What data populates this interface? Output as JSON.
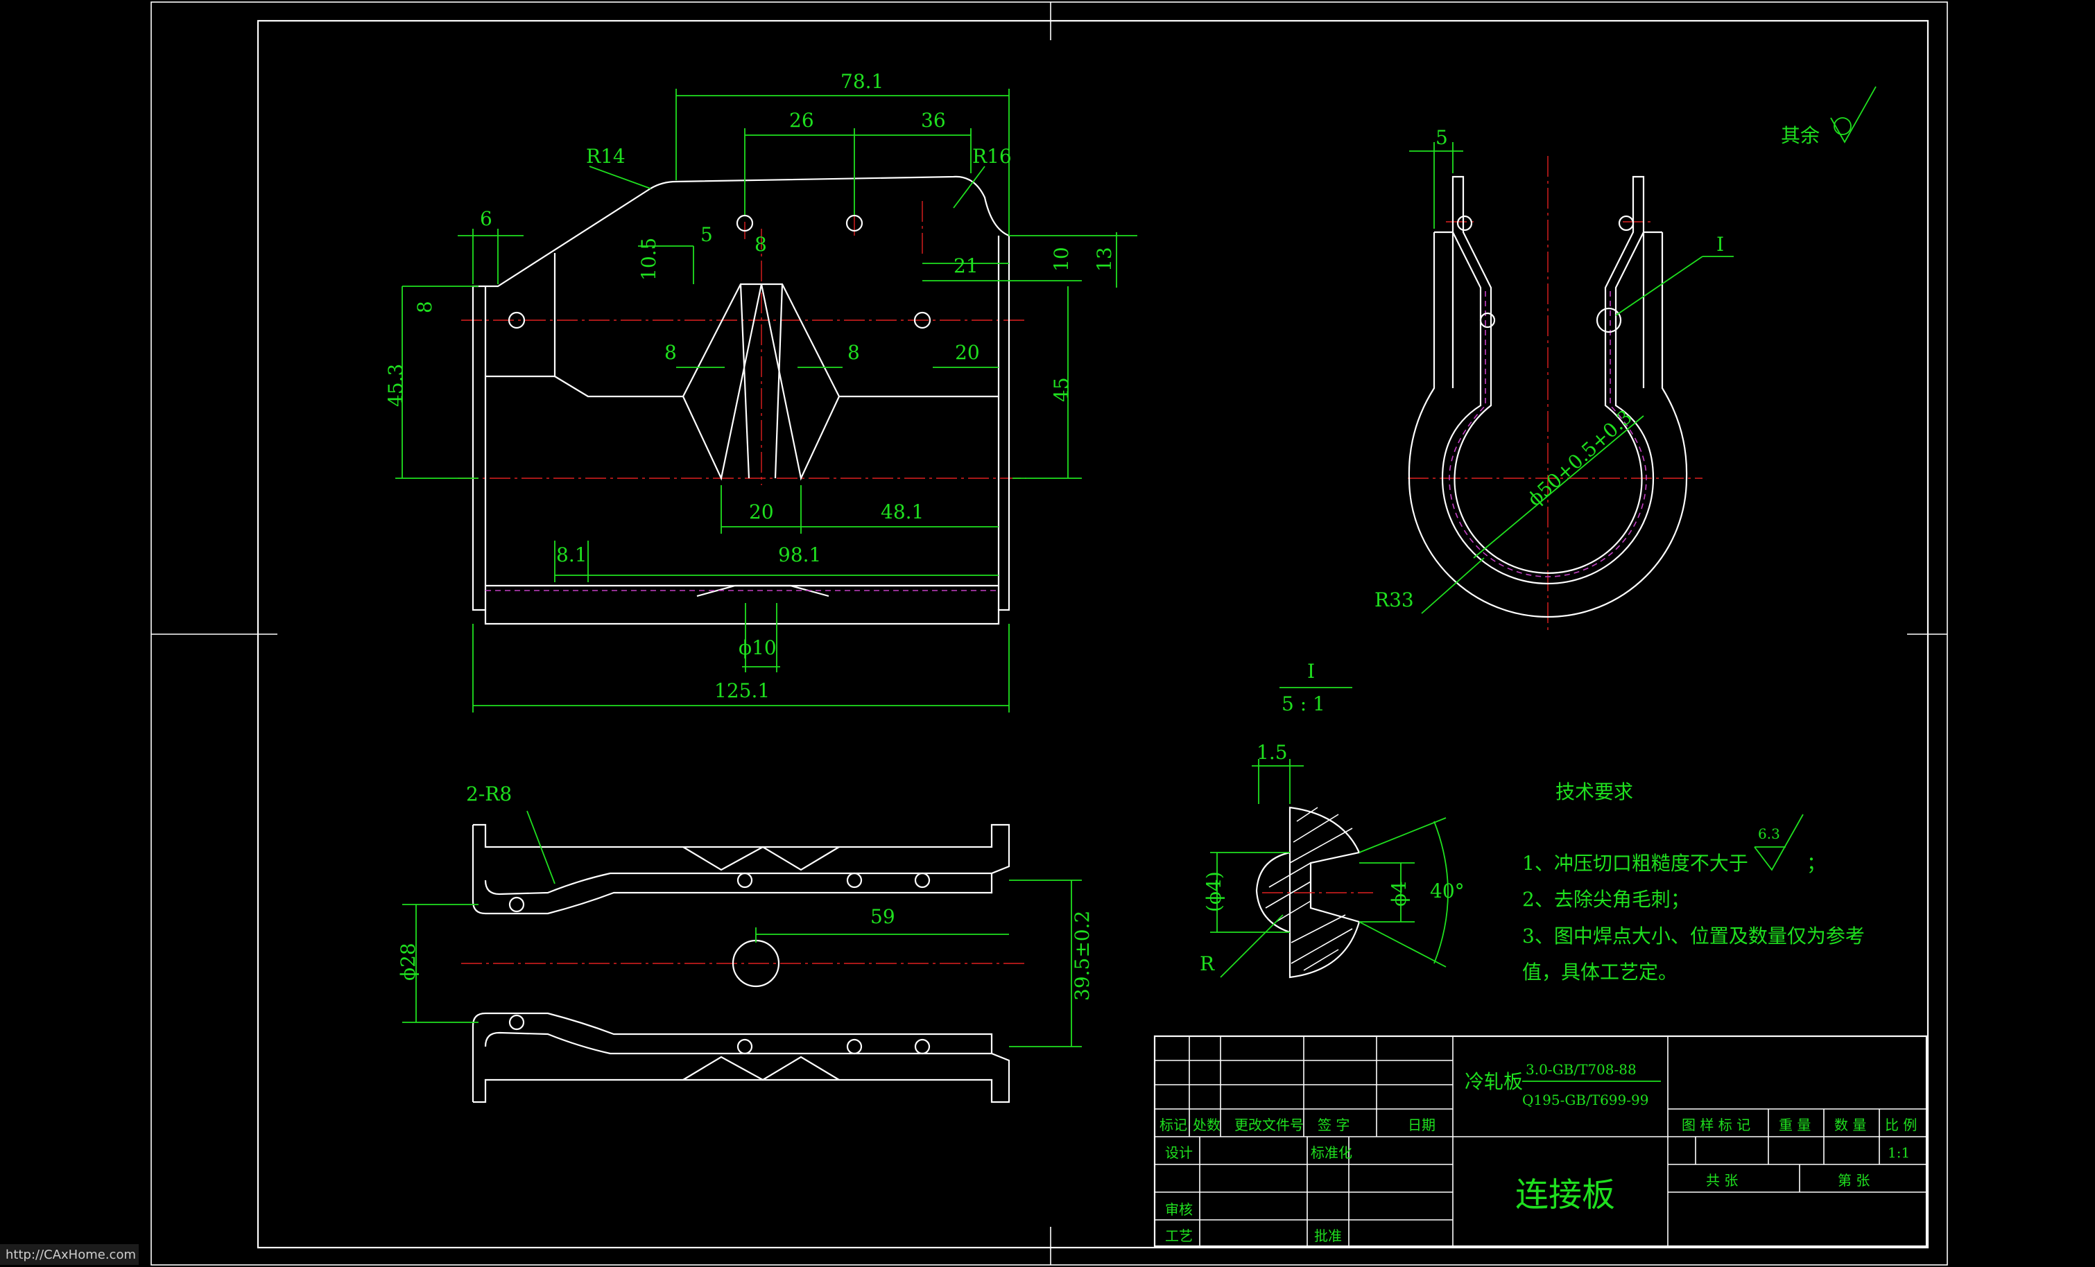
{
  "colors": {
    "background": "#000000",
    "geometry": "#ffffff",
    "dimension": "#1fe01f",
    "centerline": "#e02020",
    "hidden": "#c23fc2"
  },
  "dims": {
    "d78_1": "78.1",
    "d26": "26",
    "d36": "36",
    "r14": "R14",
    "r16": "R16",
    "d6": "6",
    "d5a": "5",
    "d8a": "8",
    "d10_5": "10.5",
    "d21": "21",
    "d10": "10",
    "d13": "13",
    "d8b": "8",
    "d8c": "8",
    "d8d": "8",
    "d20a": "20",
    "d45_3": "45.3",
    "d45": "45",
    "d20b": "20",
    "d48_1": "48.1",
    "d8_1": "8.1",
    "d98_1": "98.1",
    "phi10": "ϕ10",
    "d125_1": "125.1",
    "r2r8": "2-R8",
    "phi28": "ϕ28",
    "d59": "59",
    "d39_5": "39.5±0.2",
    "d5side": "5",
    "detail_mark": "I",
    "phi50": "ϕ50+0.5+0.3",
    "r33": "R33",
    "detail_title": "I",
    "detail_scale": "5 : 1",
    "d1_5": "1.5",
    "phi4p": "(ϕ4)",
    "phi4": "ϕ4",
    "a40": "40°",
    "rdet": "R"
  },
  "roughness": {
    "rest_label": "其余",
    "value": "6.3"
  },
  "notes": {
    "title": "技术要求",
    "n1": "1、冲压切口粗糙度不大于",
    "n1_end": "；",
    "n2": "2、去除尖角毛刺；",
    "n3a": "3、图中焊点大小、位置及数量仅为参考",
    "n3b": "值，具体工艺定。"
  },
  "title_block": {
    "material_name": "冷轧板",
    "spec1": "3.0-GB/T708-88",
    "spec2": "Q195-GB/T699-99",
    "part_name": "连接板",
    "h_biaoji": "标记",
    "h_chushu": "处数",
    "h_gengai": "更改文件号",
    "h_qianzi": "签 字",
    "h_riqi": "日期",
    "h_sheji": "设计",
    "h_biaozhunhua": "标准化",
    "h_shenhe": "审核",
    "h_gongyi": "工艺",
    "h_pizhun": "批准",
    "h_tuyang": "图 样 标 记",
    "h_zhongliang": "重 量",
    "h_shuliang": "数 量",
    "h_bili": "比 例",
    "scale": "1:1",
    "gong": "共    张",
    "di": "第    张"
  },
  "watermark": "http://CAxHome.com"
}
